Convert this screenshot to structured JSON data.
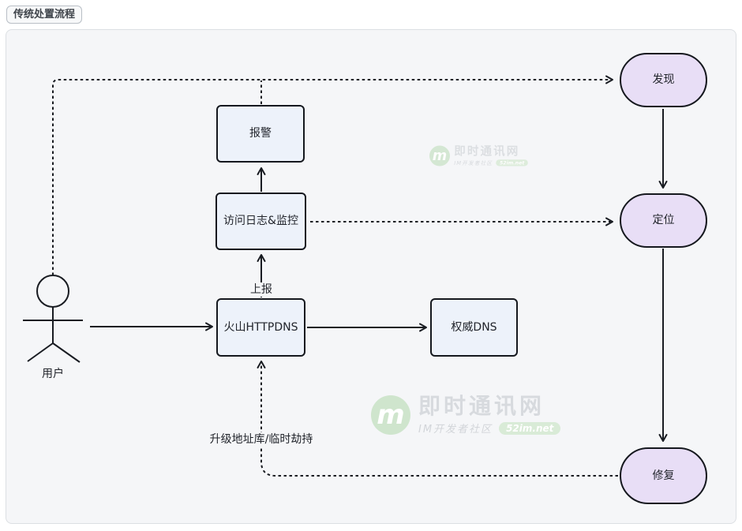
{
  "page": {
    "title_badge": "传统处置流程"
  },
  "diagram": {
    "actor": {
      "label": "用户"
    },
    "nodes": {
      "alarm": {
        "label": "报警"
      },
      "logs": {
        "label": "访问日志&监控"
      },
      "httpdns": {
        "label": "火山HTTPDNS"
      },
      "auth_dns": {
        "label": "权威DNS"
      },
      "discover": {
        "label": "发现"
      },
      "locate": {
        "label": "定位"
      },
      "fix": {
        "label": "修复"
      }
    },
    "edge_labels": {
      "report": "上报",
      "remediate": "升级地址库/临时劫持"
    },
    "colors": {
      "process_fill": "#EDF2FA",
      "stage_fill": "#E8DEF6",
      "stroke": "#191C22",
      "canvas_bg": "#F5F6F8"
    }
  },
  "watermark": {
    "logo_letter": "m",
    "title": "即时通讯网",
    "subtitle": "IM开发者社区",
    "badge": "52im.net"
  }
}
